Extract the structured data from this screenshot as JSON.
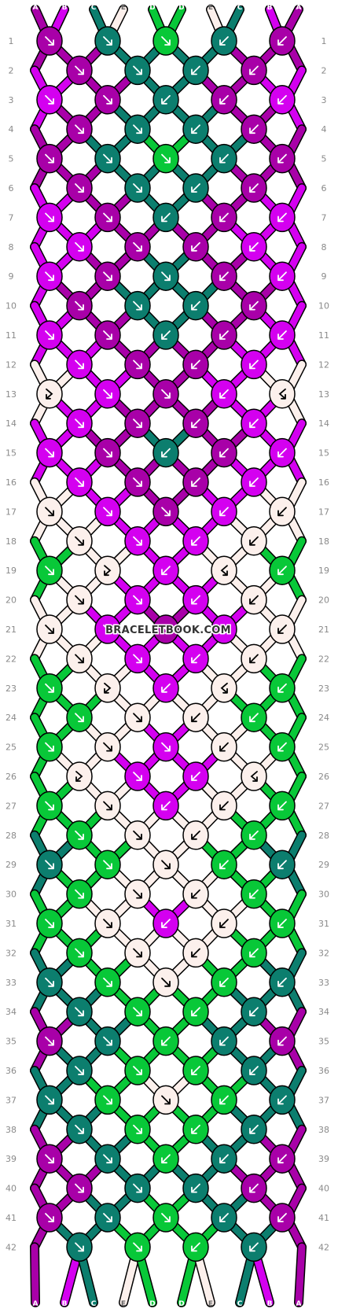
{
  "watermark": "BRACELETBOOK.COM",
  "strand_colors": {
    "A": "#a800a8",
    "B": "#d400f0",
    "C": "#0c7e6e",
    "D": "#08c838",
    "E": "#fcf0ec"
  },
  "top_labels": [
    "A",
    "B",
    "C",
    "E",
    "D",
    "D",
    "E",
    "C",
    "B",
    "A"
  ],
  "bottom_labels": [
    "A",
    "B",
    "C",
    "E",
    "D",
    "D",
    "E",
    "C",
    "B",
    "A"
  ],
  "row_count": 42,
  "row_numbers": [
    "1",
    "2",
    "3",
    "4",
    "5",
    "6",
    "7",
    "8",
    "9",
    "10",
    "11",
    "12",
    "13",
    "14",
    "15",
    "16",
    "17",
    "18",
    "19",
    "20",
    "21",
    "22",
    "23",
    "24",
    "25",
    "26",
    "27",
    "28",
    "29",
    "30",
    "31",
    "32",
    "33",
    "34",
    "35",
    "36",
    "37",
    "38",
    "39",
    "40",
    "41",
    "42"
  ],
  "knot_rows": [
    [
      "A",
      "C",
      "D",
      "C",
      "A"
    ],
    [
      "A",
      "C",
      "C",
      "A"
    ],
    [
      "B",
      "A",
      "C",
      "A",
      "B"
    ],
    [
      "A",
      "C",
      "C",
      "A"
    ],
    [
      "A",
      "C",
      "D",
      "C",
      "A"
    ],
    [
      "A",
      "C",
      "C",
      "A"
    ],
    [
      "B",
      "A",
      "C",
      "A",
      "B"
    ],
    [
      "B",
      "A",
      "A",
      "B"
    ],
    [
      "B",
      "A",
      "C",
      "A",
      "B"
    ],
    [
      "A",
      "C",
      "C",
      "A"
    ],
    [
      "B",
      "A",
      "C",
      "A",
      "B"
    ],
    [
      "B",
      "A",
      "A",
      "B"
    ],
    [
      "E",
      "B",
      "A",
      "B",
      "E"
    ],
    [
      "B",
      "A",
      "A",
      "B"
    ],
    [
      "B",
      "A",
      "C",
      "A",
      "B"
    ],
    [
      "B",
      "A",
      "A",
      "B"
    ],
    [
      "E",
      "B",
      "A",
      "B",
      "E"
    ],
    [
      "E",
      "B",
      "B",
      "E"
    ],
    [
      "D",
      "E",
      "B",
      "E",
      "D"
    ],
    [
      "E",
      "B",
      "B",
      "E"
    ],
    [
      "E",
      "B",
      "A",
      "B",
      "E"
    ],
    [
      "E",
      "B",
      "B",
      "E"
    ],
    [
      "D",
      "E",
      "B",
      "E",
      "D"
    ],
    [
      "D",
      "E",
      "E",
      "D"
    ],
    [
      "D",
      "E",
      "B",
      "E",
      "D"
    ],
    [
      "E",
      "B",
      "B",
      "E"
    ],
    [
      "D",
      "E",
      "B",
      "E",
      "D"
    ],
    [
      "D",
      "E",
      "E",
      "D"
    ],
    [
      "C",
      "D",
      "E",
      "D",
      "C"
    ],
    [
      "D",
      "E",
      "E",
      "D"
    ],
    [
      "D",
      "E",
      "B",
      "E",
      "D"
    ],
    [
      "D",
      "E",
      "E",
      "D"
    ],
    [
      "C",
      "D",
      "E",
      "D",
      "C"
    ],
    [
      "C",
      "D",
      "D",
      "C"
    ],
    [
      "A",
      "C",
      "D",
      "C",
      "A"
    ],
    [
      "C",
      "D",
      "D",
      "C"
    ],
    [
      "C",
      "D",
      "E",
      "D",
      "C"
    ],
    [
      "C",
      "D",
      "D",
      "C"
    ],
    [
      "A",
      "C",
      "D",
      "C",
      "A"
    ],
    [
      "A",
      "C",
      "C",
      "A"
    ],
    [
      "A",
      "C",
      "D",
      "C",
      "A"
    ],
    [
      "C",
      "D",
      "D",
      "C"
    ]
  ]
}
